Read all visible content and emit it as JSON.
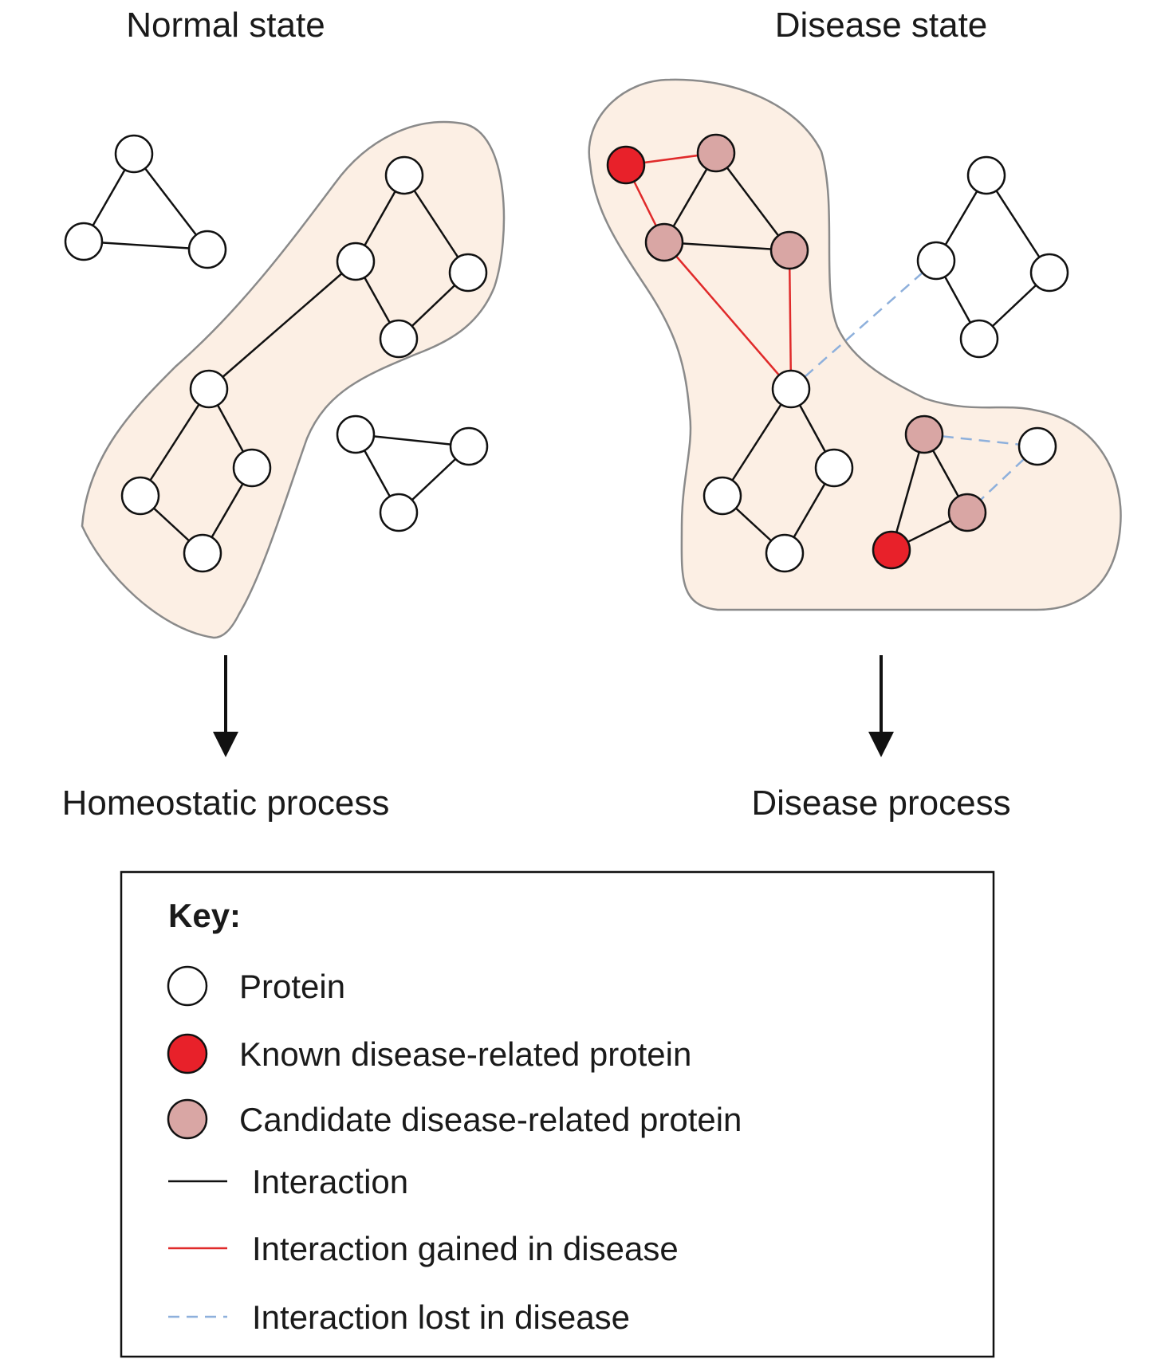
{
  "titles": {
    "normal": "Normal state",
    "disease": "Disease state"
  },
  "outcomes": {
    "normal": "Homeostatic process",
    "disease": "Disease process"
  },
  "key": {
    "title": "Key:",
    "items": [
      {
        "kind": "node",
        "type": "protein",
        "label": "Protein"
      },
      {
        "kind": "node",
        "type": "known",
        "label": "Known disease-related protein"
      },
      {
        "kind": "node",
        "type": "candidate",
        "label": "Candidate disease-related protein"
      },
      {
        "kind": "edge",
        "type": "normal",
        "label": "Interaction"
      },
      {
        "kind": "edge",
        "type": "gained",
        "label": "Interaction gained in disease"
      },
      {
        "kind": "edge",
        "type": "lost",
        "label": "Interaction lost in disease"
      }
    ]
  },
  "colors": {
    "protein_fill": "#ffffff",
    "known_fill": "#e8212a",
    "candidate_fill": "#d9a6a4",
    "region_fill": "#fcefe4",
    "region_stroke": "#8a8a8a",
    "edge_normal": "#111111",
    "edge_gained": "#e02a2a",
    "edge_lost": "#8eb0dc"
  }
}
